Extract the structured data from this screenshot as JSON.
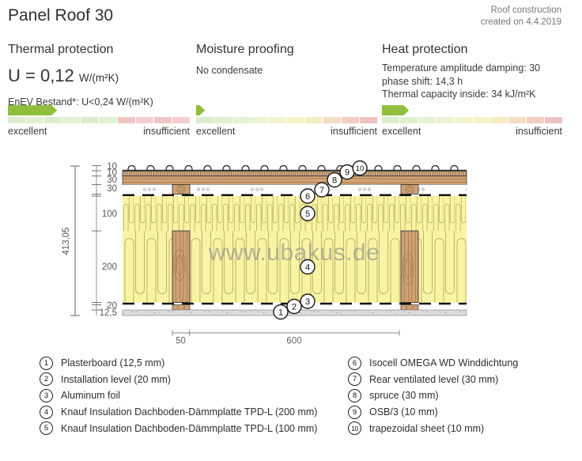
{
  "header": {
    "title": "Panel Roof 30",
    "meta1": "Roof construction",
    "meta2": "created on 4.4.2019"
  },
  "sections": {
    "thermal": {
      "heading": "Thermal protection",
      "u_value": "U = 0,12",
      "u_unit": "W/(m²K)",
      "enev": "EnEV Bestand*: U<0,24 W/(m²K)"
    },
    "moisture": {
      "heading": "Moisture proofing",
      "status": "No condensate"
    },
    "heat": {
      "heading": "Heat protection",
      "line1": "Temperature amplitude damping: 30",
      "line2": "phase shift: 14,3 h",
      "line3": "Thermal capacity inside: 34 kJ/m²K"
    }
  },
  "ratings": {
    "left_label": "excellent",
    "right_label": "insufficient",
    "thermal": {
      "arrow_pct": 27,
      "segments": [
        "#ddedcb",
        "#e3f0d3",
        "#ddedcb",
        "#e3f0d3",
        "#ddedcb",
        "#e3f0d3",
        "#f0c6c5",
        "#f4cecd",
        "#f0c6c5",
        "#f4cecd"
      ]
    },
    "moisture": {
      "arrow_pct": 5,
      "segments": [
        "#dcecca",
        "#dff0cf",
        "#e4f1d4",
        "#eaf2d4",
        "#f2f3cd",
        "#f6f2c6",
        "#f6eec1",
        "#f3ddc3",
        "#f1cdc5",
        "#eec2c1"
      ]
    },
    "heat": {
      "arrow_pct": 15,
      "segments": [
        "#dcecca",
        "#dff0cf",
        "#e4f1d4",
        "#eaf2d4",
        "#f2f3cd",
        "#f6f2c6",
        "#f6eec1",
        "#f3ddc3",
        "#f1cdc5",
        "#eec2c1"
      ]
    }
  },
  "colors": {
    "arrow": "#90bf3e",
    "wood": "#cfa174",
    "insulation": "#f8f4a3",
    "plasterboard": "#dcdcdc",
    "membrane": "#141414",
    "watermark": "#8a8a8a"
  },
  "diagram": {
    "watermark": "www.ubakus.de",
    "total_dim": "413,05",
    "layer_dims": [
      "10",
      "10",
      "30",
      "30",
      "100",
      "200",
      "20",
      "12,5"
    ],
    "bottom_stud": "50",
    "bottom_spacing": "600",
    "callouts": [
      "1",
      "2",
      "3",
      "4",
      "5",
      "6",
      "7",
      "8",
      "9",
      "10"
    ]
  },
  "legend": {
    "items": [
      {
        "num": "1",
        "label": "Plasterboard (12,5 mm)"
      },
      {
        "num": "2",
        "label": "Installation level (20 mm)"
      },
      {
        "num": "3",
        "label": "Aluminum foil"
      },
      {
        "num": "4",
        "label": "Knauf Insulation Dachboden-Dämmplatte TPD-L (200 mm)"
      },
      {
        "num": "5",
        "label": "Knauf Insulation Dachboden-Dämmplatte TPD-L (100 mm)"
      },
      {
        "num": "6",
        "label": "Isocell OMEGA WD Winddichtung"
      },
      {
        "num": "7",
        "label": "Rear ventilated level (30 mm)"
      },
      {
        "num": "8",
        "label": "spruce (30 mm)"
      },
      {
        "num": "9",
        "label": "OSB/3 (10 mm)"
      },
      {
        "num": "10",
        "label": "trapezoidal sheet (10 mm)"
      }
    ]
  }
}
